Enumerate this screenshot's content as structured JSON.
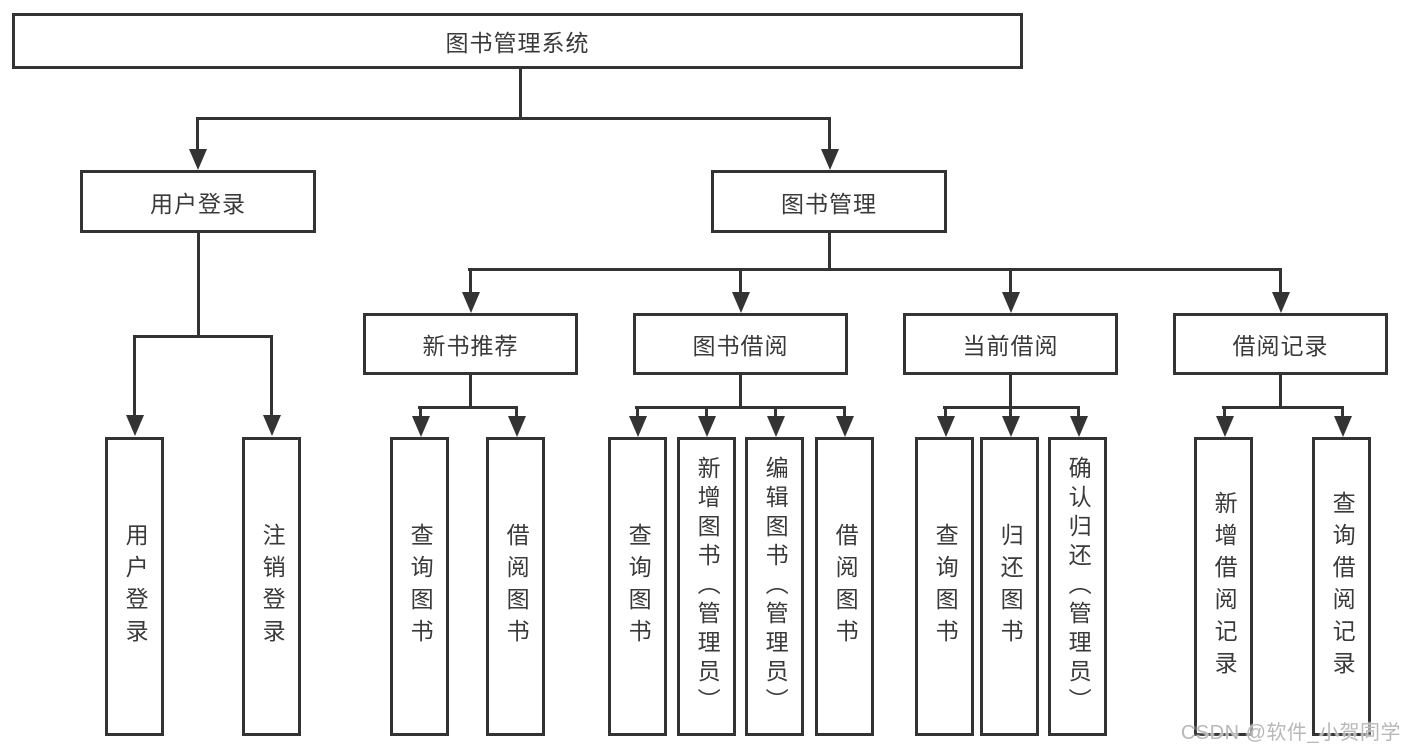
{
  "nodes": {
    "root": "图书管理系统",
    "user_login": "用户登录",
    "book_mgmt": "图书管理",
    "new_book_rec": "新书推荐",
    "book_borrow": "图书借阅",
    "current_borrow": "当前借阅",
    "borrow_record": "借阅记录",
    "leaf_user_login": "用户登录",
    "leaf_logout": "注销登录",
    "leaf_query_book_1": "查询图书",
    "leaf_borrow_book_1": "借阅图书",
    "leaf_query_book_2": "查询图书",
    "leaf_add_book_admin": "新增图书（管理员）",
    "leaf_edit_book_admin": "编辑图书（管理员）",
    "leaf_borrow_book_2": "借阅图书",
    "leaf_query_book_3": "查询图书",
    "leaf_return_book": "归还图书",
    "leaf_confirm_return_admin": "确认归还（管理员）",
    "leaf_add_borrow_record": "新增借阅记录",
    "leaf_query_borrow_record": "查询借阅记录"
  },
  "structure": {
    "图书管理系统": {
      "用户登录": [
        "用户登录",
        "注销登录"
      ],
      "图书管理": {
        "新书推荐": [
          "查询图书",
          "借阅图书"
        ],
        "图书借阅": [
          "查询图书",
          "新增图书（管理员）",
          "编辑图书（管理员）",
          "借阅图书"
        ],
        "当前借阅": [
          "查询图书",
          "归还图书",
          "确认归还（管理员）"
        ],
        "借阅记录": [
          "新增借阅记录",
          "查询借阅记录"
        ]
      }
    }
  },
  "watermark": "CSDN @软件_小贺同学",
  "colors": {
    "line": "#333333",
    "text": "#3a3a3a",
    "background": "#ffffff",
    "watermark": "#b8b8b8"
  }
}
